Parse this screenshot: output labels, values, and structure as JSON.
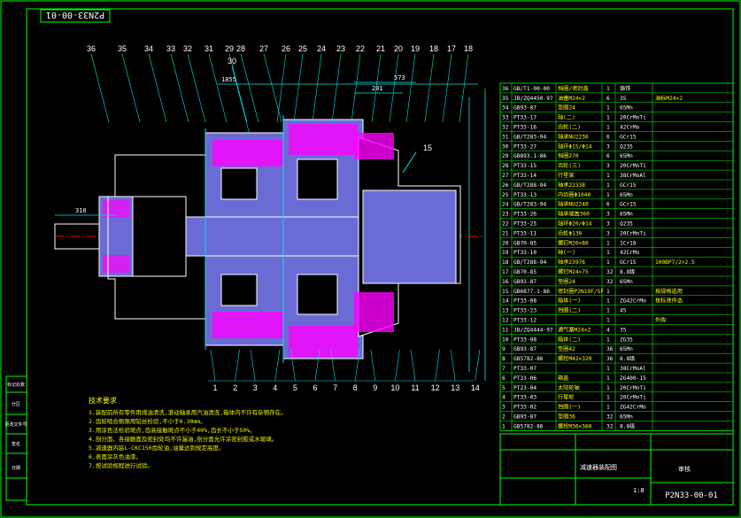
{
  "drawing": {
    "code_tag": "P2N33-00-01",
    "title_block_code": "P2N33-00-01",
    "assembly_title": "减速器装配图",
    "scale": "1:8",
    "approval_label": "审核",
    "colors": {
      "background": "#000000",
      "frame": "#00ff00",
      "outline": "#ffffff",
      "hatch": "#ff00ff",
      "part_fill": "#6b6bd6",
      "dimension": "#00e5e5",
      "bom_text_a": "#ffffff",
      "bom_text_b": "#ffff00",
      "notes": "#ffff00",
      "centerline": "#ff0000"
    }
  },
  "callouts_top": [
    "36",
    "35",
    "34",
    "33",
    "32",
    "31",
    "29",
    "28",
    "30",
    "27",
    "26",
    "25",
    "24",
    "23",
    "22",
    "21",
    "20",
    "19",
    "18",
    "17",
    "18"
  ],
  "callouts_bottom": [
    "1",
    "2",
    "3",
    "4",
    "5",
    "6",
    "7",
    "8",
    "9",
    "10",
    "11",
    "12",
    "13",
    "14"
  ],
  "callout_side": "15",
  "dimensions": {
    "shaft_length": "310",
    "overall_top": "1855",
    "flange_a": "281",
    "flange_b": "573"
  },
  "bom_rows": [
    {
      "no": "36",
      "code": "GB/T1-00-00",
      "name": "挡圈/密封盖",
      "qty": "1",
      "mat": "铸铁",
      "note": ""
    },
    {
      "no": "35",
      "code": "JB/ZQ4450-97",
      "name": "油塞M24×2",
      "qty": "6",
      "mat": "35",
      "note": "油标M24×2"
    },
    {
      "no": "34",
      "code": "GB93-87",
      "name": "垫圈24",
      "qty": "1",
      "mat": "65Mn",
      "note": ""
    },
    {
      "no": "33",
      "code": "PT33-17",
      "name": "轴(二)",
      "qty": "1",
      "mat": "20CrMnTi",
      "note": ""
    },
    {
      "no": "32",
      "code": "PT33-16",
      "name": "齿轮(二)",
      "qty": "1",
      "mat": "42CrMo",
      "note": ""
    },
    {
      "no": "31",
      "code": "GB/T283-94",
      "name": "轴承NU2236",
      "qty": "6",
      "mat": "GCr15",
      "note": ""
    },
    {
      "no": "30",
      "code": "PT33-27",
      "name": "轴环Φ15/Φ14",
      "qty": "3",
      "mat": "Q235",
      "note": ""
    },
    {
      "no": "29",
      "code": "GB893.1-86",
      "name": "挡圈270",
      "qty": "6",
      "mat": "65Mn",
      "note": ""
    },
    {
      "no": "28",
      "code": "PT33-15",
      "name": "齿轮(三)",
      "qty": "3",
      "mat": "20CrMnTi",
      "note": ""
    },
    {
      "no": "27",
      "code": "PT33-14",
      "name": "行星架",
      "qty": "1",
      "mat": "38CrMoAl",
      "note": ""
    },
    {
      "no": "26",
      "code": "GB/T288-94",
      "name": "轴承22338",
      "qty": "1",
      "mat": "GCr15",
      "note": ""
    },
    {
      "no": "25",
      "code": "PT33-13",
      "name": "内齿圈Φ1040",
      "qty": "1",
      "mat": "65Mn",
      "note": ""
    },
    {
      "no": "24",
      "code": "GB/T283-94",
      "name": "轴承NU2240",
      "qty": "6",
      "mat": "GCr15",
      "note": ""
    },
    {
      "no": "23",
      "code": "PT33-26",
      "name": "轴承端盖360",
      "qty": "3",
      "mat": "65Mn",
      "note": ""
    },
    {
      "no": "22",
      "code": "PT33-25",
      "name": "轴环Φ20/Φ14",
      "qty": "3",
      "mat": "Q235",
      "note": ""
    },
    {
      "no": "21",
      "code": "PT33-11",
      "name": "齿轮Φ130",
      "qty": "3",
      "mat": "20CrMnTi",
      "note": ""
    },
    {
      "no": "20",
      "code": "GB70-85",
      "name": "螺钉M20×80",
      "qty": "1",
      "mat": "1Cr18",
      "note": ""
    },
    {
      "no": "19",
      "code": "PT33-10",
      "name": "轴(一)",
      "qty": "1",
      "mat": "42CrMo",
      "note": ""
    },
    {
      "no": "18",
      "code": "GB/T288-94",
      "name": "轴承23976",
      "qty": "1",
      "mat": "GCr15",
      "note": "100BP7/2×2.5"
    },
    {
      "no": "17",
      "code": "GB70-85",
      "name": "螺钉M24×75",
      "qty": "32",
      "mat": "8.8级",
      "note": ""
    },
    {
      "no": "16",
      "code": "GB93-87",
      "name": "垫圈24",
      "qty": "32",
      "mat": "65Mn",
      "note": ""
    },
    {
      "no": "15",
      "code": "GB6877.1-86",
      "name": "密封圈P2N19F/5F",
      "qty": "1",
      "mat": "",
      "note": "按规格选用"
    },
    {
      "no": "14",
      "code": "PT33-08",
      "name": "箱体(一)",
      "qty": "1",
      "mat": "ZG42CrMo",
      "note": "按标准件选"
    },
    {
      "no": "13",
      "code": "PT33-23",
      "name": "挡圈(二)",
      "qty": "1",
      "mat": "45",
      "note": ""
    },
    {
      "no": "12",
      "code": "PT33-12",
      "name": "",
      "qty": "1",
      "mat": "",
      "note": "外购"
    },
    {
      "no": "11",
      "code": "JB/ZQ4444-97",
      "name": "通气塞M24×2",
      "qty": "4",
      "mat": "35",
      "note": ""
    },
    {
      "no": "10",
      "code": "PT33-08",
      "name": "箱体(二)",
      "qty": "1",
      "mat": "ZG35",
      "note": ""
    },
    {
      "no": "9",
      "code": "GB93-87",
      "name": "垫圈42",
      "qty": "36",
      "mat": "65Mn",
      "note": ""
    },
    {
      "no": "8",
      "code": "GB5782-86",
      "name": "螺栓M42×320",
      "qty": "36",
      "mat": "8.8级",
      "note": ""
    },
    {
      "no": "7",
      "code": "PT33-07",
      "name": "",
      "qty": "1",
      "mat": "38CrMoAl",
      "note": ""
    },
    {
      "no": "6",
      "code": "PT33-06",
      "name": "箱盖",
      "qty": "1",
      "mat": "ZG400-15",
      "note": ""
    },
    {
      "no": "5",
      "code": "PT23-04",
      "name": "太阳轮轴",
      "qty": "1",
      "mat": "20CrMnTi",
      "note": ""
    },
    {
      "no": "4",
      "code": "PT33-03",
      "name": "行星轮",
      "qty": "1",
      "mat": "20CrMnTi",
      "note": ""
    },
    {
      "no": "3",
      "code": "PT33-02",
      "name": "挡圈(一)",
      "qty": "1",
      "mat": "ZG42CrMo",
      "note": ""
    },
    {
      "no": "2",
      "code": "GB93-87",
      "name": "垫圈36",
      "qty": "32",
      "mat": "65Mn",
      "note": ""
    },
    {
      "no": "1",
      "code": "GB5782-86",
      "name": "螺栓M36×360",
      "qty": "32",
      "mat": "8.8级",
      "note": ""
    }
  ],
  "technical_notes": {
    "heading": "技术要求",
    "items": [
      "1.装配前所有零件用煤油清洗,滚动轴承用汽油清洗,箱体内不许有杂物存在。",
      "2.齿轮啮合侧隙用铅丝检验,不小于0.30mm。",
      "3.用涂色法检验斑点,齿高接触斑点不小于40%,齿长不小于50%。",
      "4.剖分面、各接触面及密封处均不许漏油,剖分面允许涂密封胶或水玻璃。",
      "5.减速器内装L-CKC150齿轮油,油量达到规定高度。",
      "6.表面涂灰色油漆。",
      "7.按试验规程进行试验。"
    ]
  },
  "side_labels": [
    "标记处数",
    "分区",
    "更改文件号",
    "签名",
    "日期"
  ]
}
